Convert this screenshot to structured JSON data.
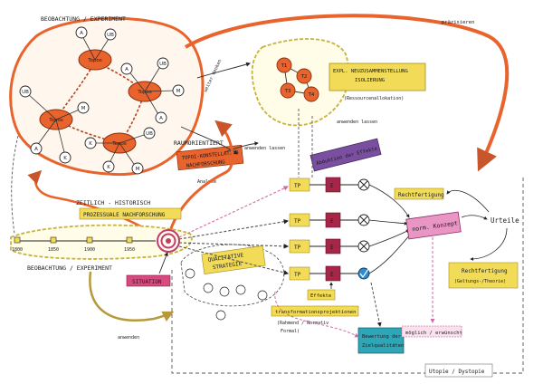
{
  "observation_cloud": {
    "title": "BEOBACHTUNG / EXPERIMENT",
    "topos_label": "Topos",
    "satellites": [
      "A",
      "UB",
      "UB",
      "A",
      "K",
      "M",
      "A",
      "UB",
      "M",
      "A",
      "K",
      "K",
      "M",
      "UB"
    ]
  },
  "top_right": {
    "arrow_label": "präzisieren",
    "weiter_label": "weiter denken",
    "cluster_nodes": [
      "T1",
      "T2",
      "T3",
      "T4"
    ],
    "box_title_line1": "EXPL. NEUZUSAMMENSTELLUNG",
    "box_title_line2": "ISOLIERUNG",
    "box_sub": "(Ressourcenallokation)",
    "anwenden_label": "anwenden lassen"
  },
  "middle": {
    "raum_title": "RAUMORIENTIERT",
    "topoi_title": "TOPOI-KONSTELLATION",
    "topoi_sub": "NACHFORSCHUNG",
    "analyse_label": "Analyse",
    "anwenden_label": "anwenden lassen"
  },
  "timeline": {
    "title": "ZEITLICH - HISTORISCH",
    "subtitle": "PROZESSUALE NACHFORSCHUNG",
    "years": [
      "1800",
      "1850",
      "1900",
      "1950"
    ],
    "footer": "BEOBACHTUNG / EXPERIMENT"
  },
  "center": {
    "situation": "SITUATION",
    "qualitative_line1": "QUALITATIVE",
    "qualitative_line2": "STRATEGIE",
    "anwenden_label": "anwenden"
  },
  "right": {
    "abduktion": "Abduktion der Effekte",
    "tp": "TP",
    "e": "E",
    "effekte": "Effekte",
    "transform": "transformationsprojektionen",
    "transform_sub1": "(Rahmend / Normativ",
    "transform_sub2": "Formal)",
    "norm_konzept": "norm. Konzept",
    "rechtfertigung": "Rechtfertigung",
    "urteile": "Urteile",
    "rechtfertigung2": "Rechtfertigung",
    "rechtfertigung2_sub": "(Geltungs-/Theorie)",
    "bewertung_line1": "Bewertung der",
    "bewertung_line2": "Zielqualitäten",
    "moeglich": "möglich / erwünscht",
    "utopie": "Utopie / Dystopie"
  },
  "colors": {
    "orange": "#e9632c",
    "orange_dark": "#b8431c",
    "yellow": "#f2dc57",
    "pink": "#e996c4",
    "magenta": "#c33a73",
    "purple": "#7a4fa0",
    "teal": "#2fa6b8",
    "blue": "#2d8bd1",
    "dark_red": "#a8254a",
    "gray": "#555555"
  }
}
